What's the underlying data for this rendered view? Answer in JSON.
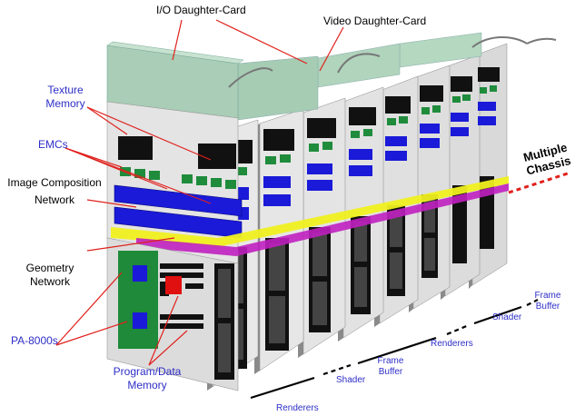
{
  "labels": {
    "io_card": "I/O Daughter-Card",
    "video_card": "Video Daughter-Card",
    "texture_memory": "Texture Memory",
    "emcs": "EMCs",
    "image_composition": "Image Composition Network",
    "geometry_network": "Geometry Network",
    "pa8000s": "PA-8000s",
    "program_data_memory": "Program/Data Memory",
    "multiple_chassis": "Multiple Chassis",
    "renderers_1": "Renderers",
    "shader_1": "Shader",
    "frame_buffer_1": "Frame Buffer",
    "renderers_2": "Renderers",
    "shader_2": "Shader",
    "frame_buffer_2": "Frame Buffer"
  },
  "colors": {
    "label_blue": "#2e2ec8",
    "callout_red": "#e0201c",
    "card_green": "#a9cdb6",
    "emc_blue": "#1a1ad8",
    "memory_green": "#1e8a3a",
    "image_comp_yellow": "#f0f020",
    "geometry_magenta": "#c020c0"
  }
}
